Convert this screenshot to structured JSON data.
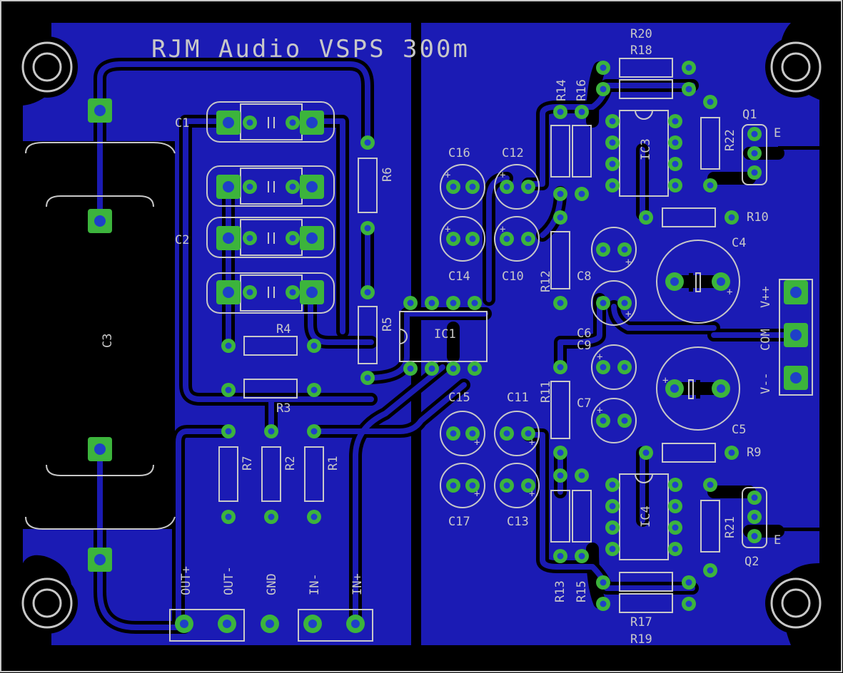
{
  "board": {
    "title": "RJM Audio VSPS 300m",
    "colors": {
      "background": "#000000",
      "copper_pour": "#1b1bb4",
      "track_gap": "#000000",
      "pad": "#3cb43c",
      "drill": "#1e40c8",
      "silkscreen": "#c8c8c8"
    },
    "labels": {
      "c1": "C1",
      "c2": "C2",
      "c3": "C3",
      "c4": "C4",
      "c5": "C5",
      "c6": "C6",
      "c7": "C7",
      "c8": "C8",
      "c9": "C9",
      "c10": "C10",
      "c11": "C11",
      "c12": "C12",
      "c13": "C13",
      "c14": "C14",
      "c15": "C15",
      "c16": "C16",
      "c17": "C17",
      "r1": "R1",
      "r2": "R2",
      "r3": "R3",
      "r4": "R4",
      "r5": "R5",
      "r6": "R6",
      "r7": "R7",
      "r9": "R9",
      "r10": "R10",
      "r11": "R11",
      "r12": "R12",
      "r13": "R13",
      "r14": "R14",
      "r15": "R15",
      "r16": "R16",
      "r17": "R17",
      "r18": "R18",
      "r19": "R19",
      "r20": "R20",
      "r21": "R21",
      "r22": "R22",
      "ic1": "IC1",
      "ic3": "IC3",
      "ic4": "IC4",
      "q1": "Q1",
      "q2": "Q2",
      "e1": "E",
      "e2": "E"
    },
    "connectors": {
      "output": [
        "OUT+",
        "OUT-",
        "GND",
        "IN-",
        "IN+"
      ],
      "power": [
        "V++",
        "COM",
        "V--"
      ]
    }
  }
}
